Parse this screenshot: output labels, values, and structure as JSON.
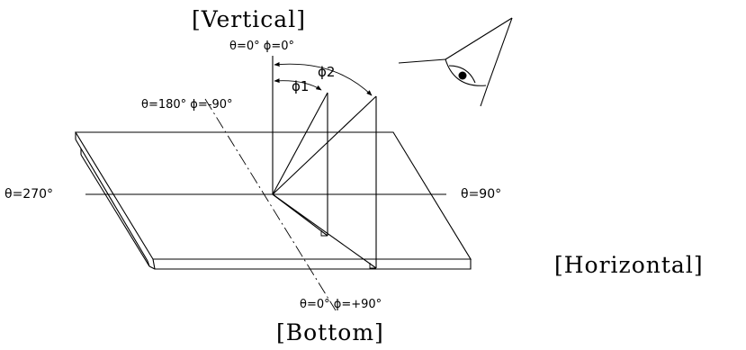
{
  "labels": {
    "vertical": "[Vertical]",
    "horizontal": "[Horizontal]",
    "bottom": "[Bottom]",
    "top_angle": "θ=0° ϕ=0°",
    "left_angle": "θ=180° ϕ=-90°",
    "bottom_angle": "θ=0° ϕ=+90°",
    "west_angle": "θ=270°",
    "east_angle": "θ=90°",
    "phi1": "ϕ1",
    "phi2": "ϕ2"
  },
  "icons": {
    "eye": "eye-icon"
  }
}
